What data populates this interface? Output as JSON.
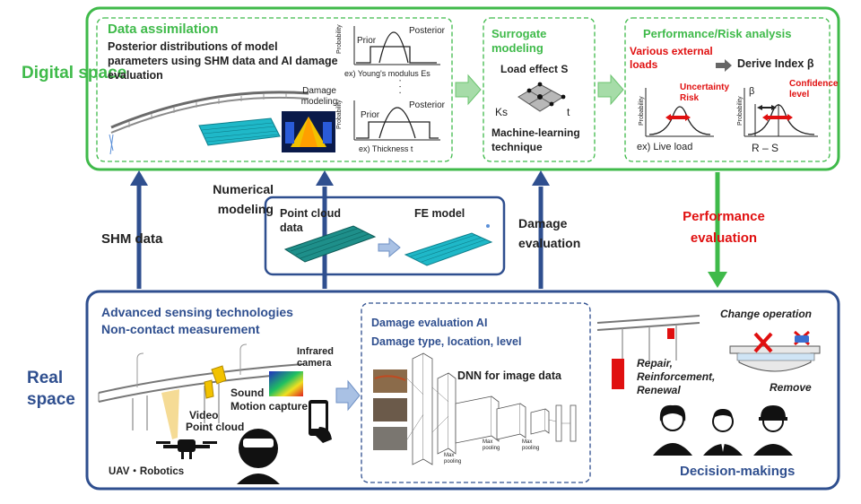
{
  "digital_space_label": "Digital space",
  "real_space_label": "Real space",
  "data_assimilation": {
    "title": "Data assimilation",
    "description": "Posterior distributions of model parameters using SHM data and AI damage evaluation",
    "damage_modeling": "Damage modeling",
    "prior": "Prior",
    "posterior": "Posterior",
    "probability": "Probability",
    "youngs_modulus": "ex) Young's modulus Es",
    "thickness": "ex) Thickness t",
    "dots": "·  ·  ·"
  },
  "surrogate": {
    "title": "Surrogate modeling",
    "load_effect": "Load effect S",
    "ks": "Ks",
    "t": "t",
    "technique": "Machine-learning technique"
  },
  "performance_risk": {
    "title": "Performance/Risk analysis",
    "loads": "Various external loads",
    "derive_index": "Derive Index β",
    "uncertainty": "Uncertainty Risk",
    "confidence": "Confidence level",
    "probability": "Probability",
    "live_load": "ex) Live load",
    "r_minus_s": "R – S",
    "beta": "β"
  },
  "flows": {
    "shm_data": "SHM data",
    "numerical_modeling": "Numerical modeling",
    "damage_evaluation": "Damage evaluation",
    "performance_evaluation": "Performance evaluation"
  },
  "modeling_box": {
    "point_cloud": "Point cloud data",
    "fe_model": "FE model"
  },
  "sensing": {
    "title_1": "Advanced sensing technologies",
    "title_2": "Non-contact measurement",
    "infrared": "Infrared camera",
    "sound": "Sound",
    "motion": "Motion capture",
    "video": "Video",
    "point_cloud": "Point cloud",
    "uav": "UAV・Robotics"
  },
  "damage_ai": {
    "title": "Damage evaluation AI",
    "subtitle": "Damage type, location, level",
    "dnn": "DNN for image data",
    "max_pooling": "Max pooling"
  },
  "decision": {
    "change_operation": "Change operation",
    "repair": "Repair, Reinforcement, Renewal",
    "remove": "Remove",
    "title": "Decision-makings"
  },
  "colors": {
    "green": "#3fba4a",
    "blue": "#2f4f8f",
    "red": "#e01010",
    "cyan": "#1fb8c8"
  }
}
